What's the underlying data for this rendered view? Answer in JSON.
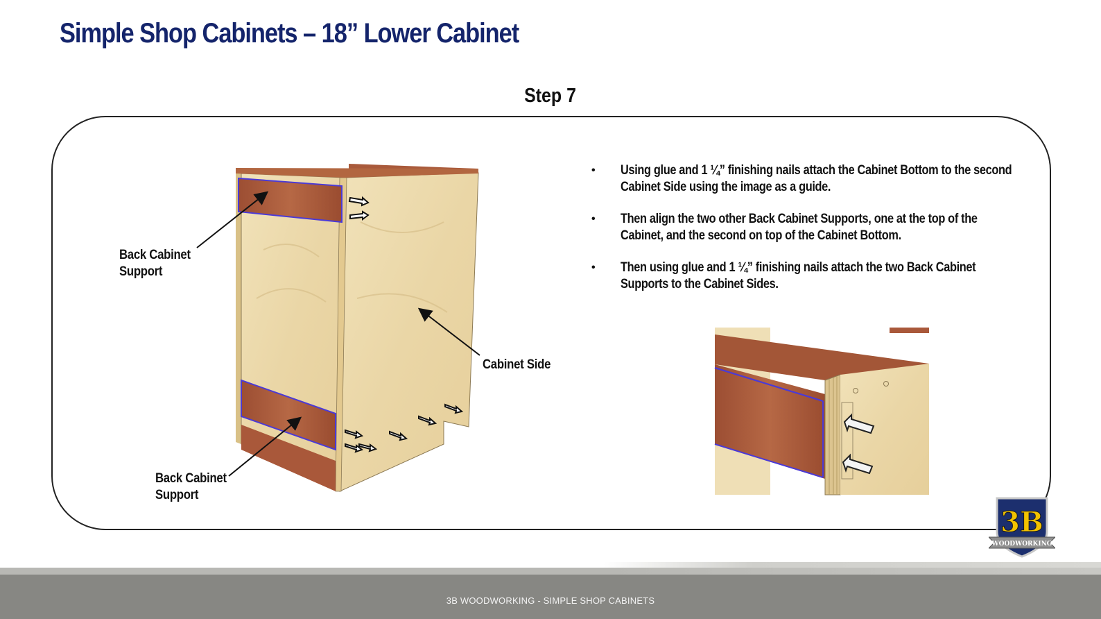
{
  "slide": {
    "title": "Simple Shop Cabinets – 18” Lower Cabinet",
    "step": "Step 7"
  },
  "instructions": [
    {
      "bullet": "•",
      "text": "Using glue and 1 ¼” finishing nails attach the Cabinet Bottom to the second Cabinet Side using the image as a guide."
    },
    {
      "bullet": "•",
      "text": "Then align the two other Back Cabinet Supports, one at the top of the Cabinet, and the second on top of the Cabinet Bottom."
    },
    {
      "bullet": "•",
      "text": "Then using glue and 1 ¼” finishing nails attach the two Back Cabinet Supports to the Cabinet Sides."
    }
  ],
  "callouts": {
    "back_support_top": "Back Cabinet\nSupport",
    "back_support_bottom": "Back Cabinet\nSupport",
    "cabinet_side": "Cabinet Side"
  },
  "logo": {
    "mark": "3B",
    "word": "WOODWORKING"
  },
  "footer": {
    "text": "3B WOODWORKING - SIMPLE SHOP CABINETS"
  },
  "colors": {
    "title": "#14246b",
    "plywood": "#ecd9ac",
    "edge_wood": "#a9583a",
    "highlight_outline": "#4b3ad6",
    "footer_bar": "#878783"
  }
}
